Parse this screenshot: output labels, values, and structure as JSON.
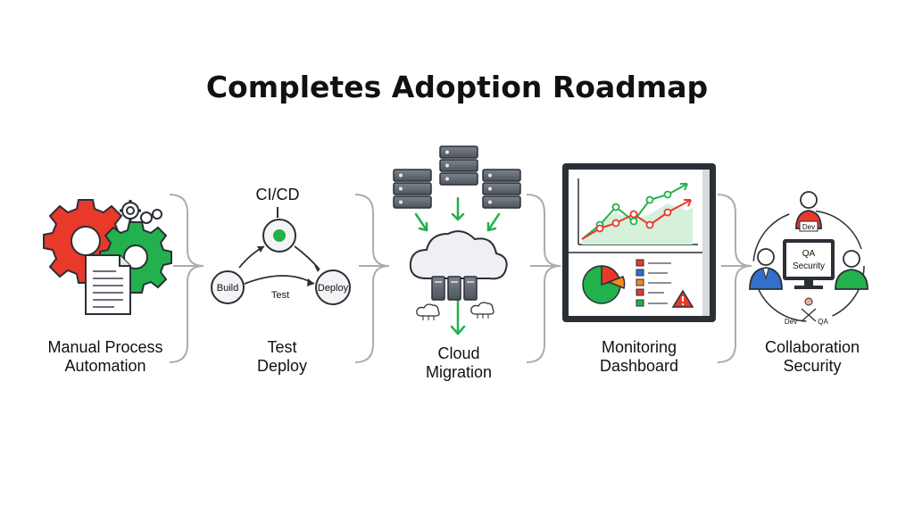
{
  "title": "Completes Adoption Roadmap",
  "stages": [
    {
      "lines": [
        "Manual Process",
        "Automation"
      ]
    },
    {
      "lines": [
        "Test",
        "Deploy"
      ]
    },
    {
      "lines": [
        "Cloud",
        "Migration"
      ]
    },
    {
      "lines": [
        "Monitoring",
        "Dashboard"
      ]
    },
    {
      "lines": [
        "Collaboration",
        "Security"
      ]
    }
  ],
  "cicd": {
    "heading": "CI/CD",
    "build": "Build",
    "test": "Test",
    "deploy": "Deploy"
  },
  "collab": {
    "dev_tag": "Dev",
    "screen_line1": "QA",
    "screen_line2": "Security",
    "dev": "Dev",
    "qa": "QA"
  },
  "colors": {
    "green": "#22b14c",
    "red": "#e8392b",
    "dark": "#2b2f36",
    "blue": "#3470c8",
    "orange": "#f08a24",
    "grey": "#8a8f96"
  }
}
